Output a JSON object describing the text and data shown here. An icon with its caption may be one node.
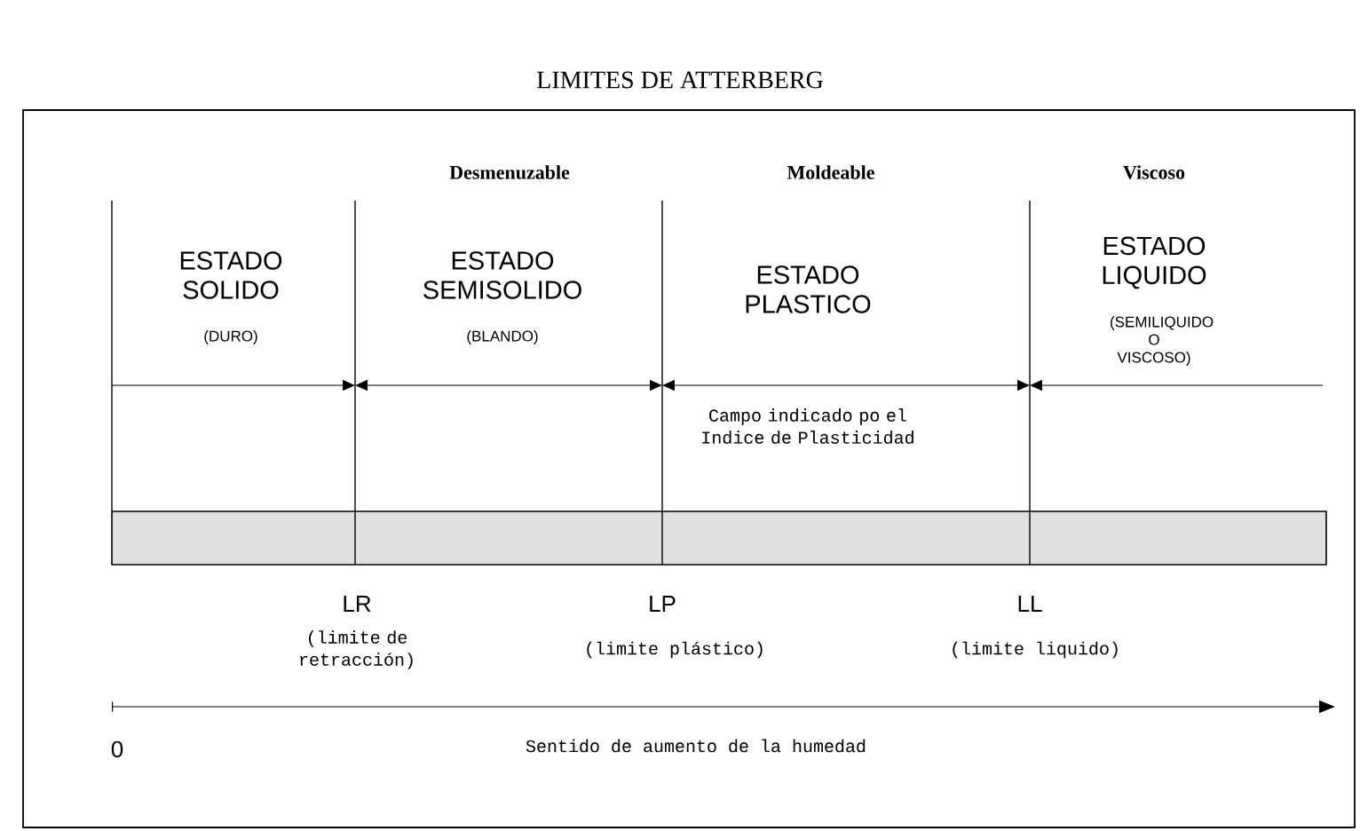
{
  "diagram": {
    "title": "LIMITES DE ATTERBERG",
    "nodes": [
      {
        "text": [],
        "shape": "bar"
      }
    ],
    "labels": [
      "Desmenuzable",
      "Moldeable",
      "Viscoso",
      "ESTADO SOLIDO",
      "(DURO)",
      "ESTADO SEMISOLIDO",
      "(BLANDO)",
      "ESTADO PLASTICO",
      "ESTADO LIQUIDO",
      "(SEMILIQUIDO O VISCOSO)",
      "Campo indicado po el Indice de Plasticidad",
      "LR",
      "(limite de retracción)",
      "LP",
      "(limite plástico)",
      "LL",
      "(limite liquido)",
      "0",
      "Sentido de aumento de la humedad"
    ]
  }
}
